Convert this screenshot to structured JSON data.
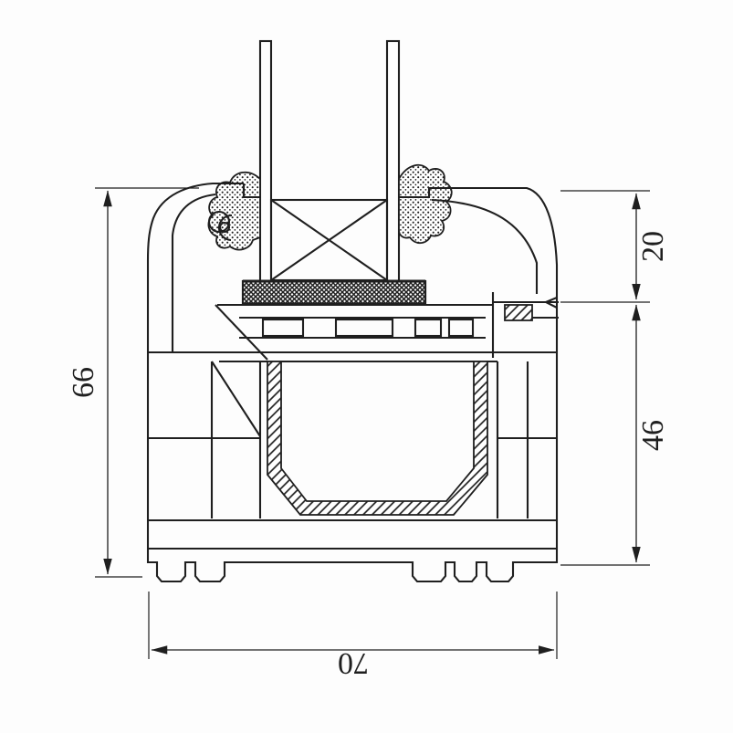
{
  "drawing": {
    "title": "Window frame profile cross-section",
    "type": "technical-cross-section",
    "dimensions": {
      "left_height": "66",
      "right_upper": "20",
      "right_lower": "46",
      "bottom_width": "70"
    },
    "parts": {
      "glazing_unit": "double glazing pane with spacer",
      "setting_block": "glazing support block",
      "gaskets": "rubber sealing gaskets",
      "steel_channel": "reinforcement U-channel",
      "frame": "multi-chamber PVC frame profile"
    },
    "colors": {
      "line": "#1f1f1f",
      "background": "#fdfdfd"
    }
  }
}
